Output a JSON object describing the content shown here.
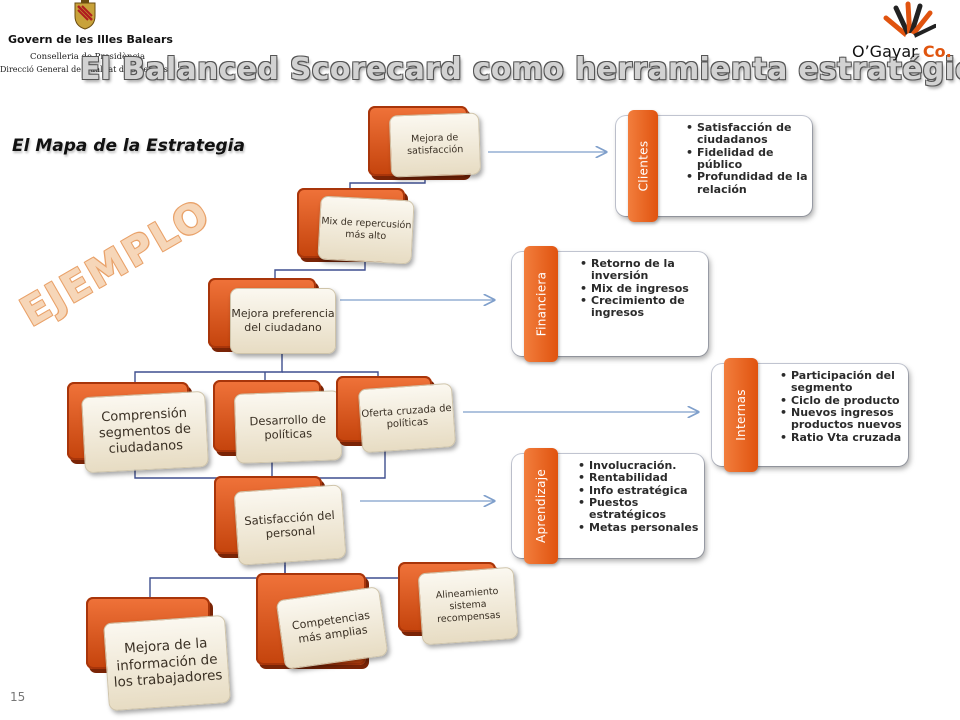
{
  "header": {
    "org_name": "Govern de les Illes Balears",
    "org_dept": "Conselleria de Presidència",
    "org_direction": "Direcció General de Qualitat dels Serveis",
    "title": "El Balanced Scorecard como herramienta estratégica",
    "brand_name": "O’Gayar",
    "brand_suffix": "Co."
  },
  "subtitle": "El Mapa de la Estrategia",
  "watermark": "EJEMPLO",
  "page_number": "15",
  "nodes": {
    "mejora_satisfaccion": "Mejora de satisfacción",
    "mix_repercusion": "Mix de repercusión más alto",
    "mejora_preferencia": "Mejora preferencia del ciudadano",
    "comprension_segmentos": "Comprensión segmentos de ciudadanos",
    "desarrollo_politicas": "Desarrollo de políticas",
    "oferta_cruzada": "Oferta cruzada de políticas",
    "satisfaccion_personal": "Satisfacción del personal",
    "mejora_informacion": "Mejora de la información de los trabajadores",
    "competencias": "Competencias más amplias",
    "alineamiento": "Alineamiento sistema recompensas"
  },
  "perspectives": {
    "clientes": {
      "label": "Clientes",
      "items": [
        "Satisfacción de ciudadanos",
        "Fidelidad de público",
        "Profundidad de la relación"
      ]
    },
    "financiera": {
      "label": "Financiera",
      "items": [
        "Retorno de la inversión",
        "Mix de ingresos",
        "Crecimiento de ingresos"
      ]
    },
    "internas": {
      "label": "Internas",
      "items": [
        "Participación del segmento",
        "Ciclo de producto",
        "Nuevos ingresos productos nuevos",
        "Ratio Vta cruzada"
      ]
    },
    "aprendizaje": {
      "label": "Aprendizaje",
      "items": [
        "Involucración.",
        "Rentabilidad",
        "Info estratégica",
        "Puestos estratégicos",
        "Metas personales"
      ]
    }
  },
  "colors": {
    "accent_orange": "#e0530f",
    "card_beige": "#ede3cc",
    "connector_blue": "#7f9fcb"
  }
}
